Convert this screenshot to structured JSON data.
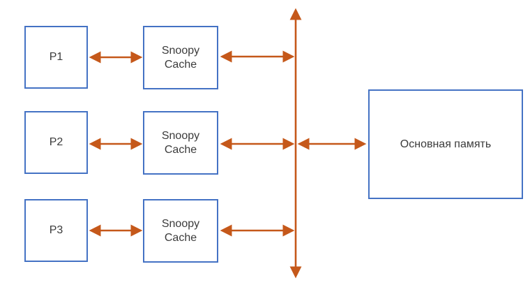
{
  "diagram": {
    "type": "block-diagram",
    "topic": "Snoopy cache coherence architecture: processors with snoopy caches on a shared bus connected to main memory",
    "rows": [
      {
        "processor": "P1",
        "cache": "Snoopy Cache"
      },
      {
        "processor": "P2",
        "cache": "Snoopy Cache"
      },
      {
        "processor": "P3",
        "cache": "Snoopy Cache"
      }
    ],
    "memory_label": "Основная память",
    "bus": {
      "orientation": "vertical",
      "arrowheads": "both-ends"
    },
    "connections": [
      "P1 <-> Snoopy Cache 1",
      "Snoopy Cache 1 <-> bus",
      "P2 <-> Snoopy Cache 2",
      "Snoopy Cache 2 <-> bus",
      "P3 <-> Snoopy Cache 3",
      "Snoopy Cache 3 <-> bus",
      "bus <-> Основная память"
    ],
    "colors": {
      "box_border": "#4472C4",
      "arrow": "#C5581A",
      "text": "#3B3B3B",
      "background": "#FFFFFF"
    }
  }
}
